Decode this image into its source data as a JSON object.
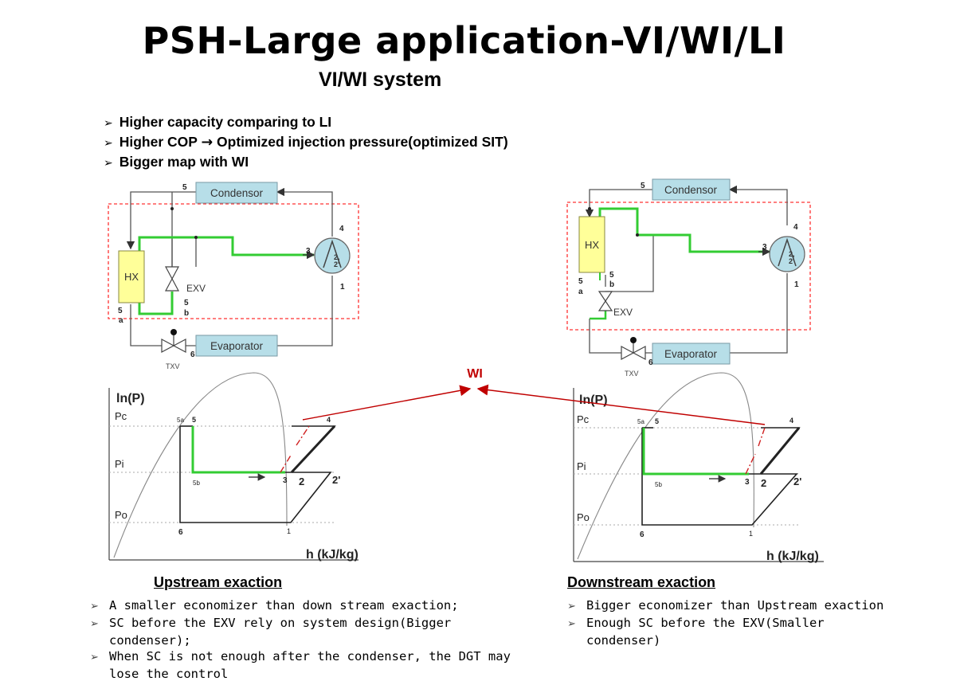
{
  "header": {
    "title": "PSH-Large application-VI/WI/LI",
    "subtitle": "VI/WI system"
  },
  "highlights": [
    "Higher capacity comparing to LI",
    "Higher COP",
    "Optimized injection pressure(optimized SIT)",
    "Bigger map with WI"
  ],
  "wi_label": "WI",
  "left_system": {
    "components": {
      "condensor": "Condensor",
      "evaporator": "Evaporator",
      "hx": "HX",
      "exv": "EXV",
      "txv": "TXV",
      "compressor_label": "2,\n2'"
    },
    "state_points": {
      "p1": "1",
      "p3": "3",
      "p4": "4",
      "p5": "5",
      "p6": "6",
      "p5a_num": "5",
      "p5a_letter": "a",
      "p5b_num": "5",
      "p5b_letter": "b"
    }
  },
  "right_system": {
    "components": {
      "condensor": "Condensor",
      "evaporator": "Evaporator",
      "hx": "HX",
      "exv": "EXV",
      "txv": "TXV",
      "compressor_label": "2,\n2'"
    },
    "state_points": {
      "p1": "1",
      "p3": "3",
      "p4": "4",
      "p5": "5",
      "p6": "6",
      "p5a_num": "5",
      "p5a_letter": "a",
      "p5b_num": "5",
      "p5b_letter": "b"
    }
  },
  "left_ph": {
    "y_axis": "ln(P)",
    "x_axis": "h (kJ/kg)",
    "pressure_levels": [
      "Pc",
      "Pi",
      "Po"
    ],
    "points": {
      "p5a": "5a",
      "p5": "5",
      "p5b": "5b",
      "p3": "3",
      "p2": "2",
      "p2p": "2'",
      "p4": "4",
      "p6": "6",
      "p1": "1"
    }
  },
  "right_ph": {
    "y_axis": "ln(P)",
    "x_axis": "h (kJ/kg)",
    "pressure_levels": [
      "Pc",
      "Pi",
      "Po"
    ],
    "points": {
      "p5a": "5a",
      "p5": "5",
      "p5b": "5b",
      "p3": "3",
      "p2": "2",
      "p2p": "2'",
      "p4": "4",
      "p6": "6",
      "p1": "1"
    }
  },
  "upstream": {
    "title": "Upstream exaction",
    "notes": [
      "A smaller economizer than down stream exaction;",
      "SC before the EXV rely on system design(Bigger condenser);",
      "When SC is not enough after the condenser, the DGT may lose the control"
    ]
  },
  "downstream": {
    "title": "Downstream exaction",
    "notes": [
      "Bigger economizer than Upstream exaction",
      "Enough SC before the EXV(Smaller condenser)"
    ]
  },
  "colors": {
    "component_fill": "#b7dee8",
    "hx_fill": "#ffff99",
    "injection_line": "#33cc33",
    "dashed_box": "#ff3333",
    "wi_arrow": "#c00000"
  }
}
